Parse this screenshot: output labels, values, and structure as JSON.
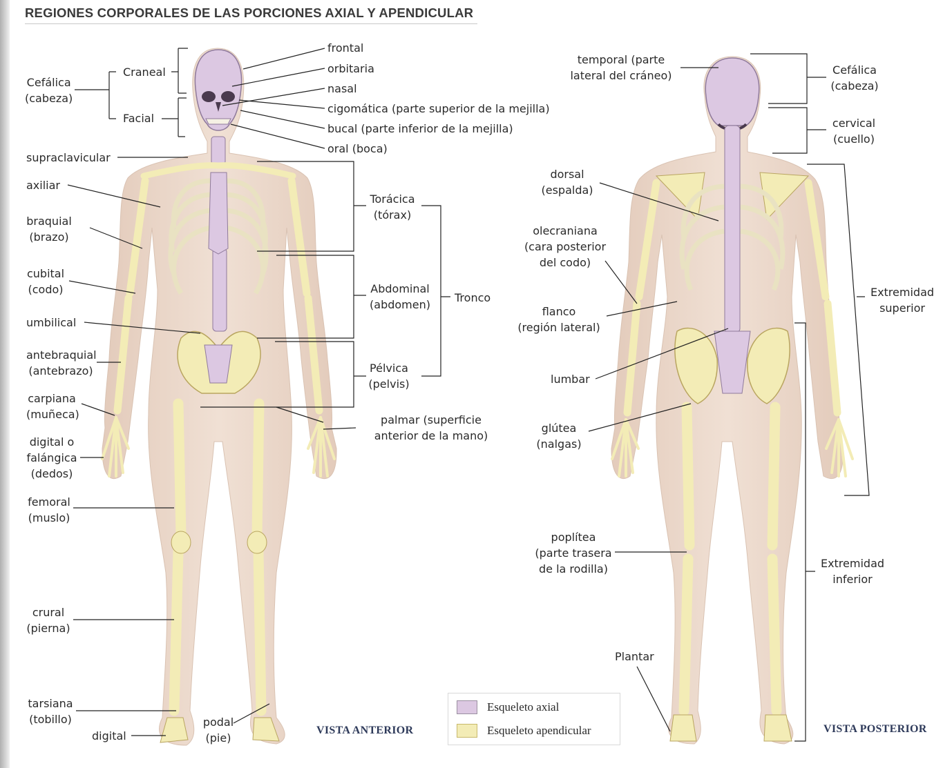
{
  "title": "REGIONES CORPORALES DE LAS PORCIONES AXIAL Y APENDICULAR",
  "colors": {
    "axial": "#dcc8e2",
    "appendicular": "#f3ecb6",
    "skin": "#ead7c9",
    "line": "#222222",
    "bone_edge": "#b9a560",
    "axial_edge": "#9d86a8"
  },
  "anterior": {
    "view_label": "VISTA ANTERIOR",
    "labels": {
      "cefalica": "Cefálica\n(cabeza)",
      "craneal": "Craneal",
      "facial": "Facial",
      "frontal": "frontal",
      "orbitaria": "orbitaria",
      "nasal": "nasal",
      "cigomatica": "cigomática (parte superior de la mejilla)",
      "bucal": "bucal (parte inferior de la mejilla)",
      "oral": "oral (boca)",
      "supraclavicular": "supraclavicular",
      "axiliar": "axiliar",
      "braquial": "braquial\n(brazo)",
      "cubital": "cubital\n(codo)",
      "umbilical": "umbilical",
      "antebraquial": "antebraquial\n(antebrazo)",
      "carpiana": "carpiana\n(muñeca)",
      "digital_mano": "digital o\nfalángica\n(dedos)",
      "femoral": "femoral\n(muslo)",
      "crural": "crural\n(pierna)",
      "tarsiana": "tarsiana\n(tobillo)",
      "digital_pie": "digital",
      "podal": "podal\n(pie)",
      "toracica": "Torácica\n(tórax)",
      "abdominal": "Abdominal\n(abdomen)",
      "tronco": "Tronco",
      "pelvica": "Pélvica\n(pelvis)",
      "palmar": "palmar (superficie\nanterior de la mano)"
    }
  },
  "posterior": {
    "view_label": "VISTA POSTERIOR",
    "labels": {
      "temporal": "temporal (parte\nlateral del cráneo)",
      "cefalica": "Cefálica\n(cabeza)",
      "cervical": "cervical\n(cuello)",
      "dorsal": "dorsal\n(espalda)",
      "olecraniana": "olecraniana\n(cara posterior\ndel codo)",
      "flanco": "flanco\n(región lateral)",
      "lumbar": "lumbar",
      "glutea": "glútea\n(nalgas)",
      "extremidad_superior": "Extremidad\nsuperior",
      "poplitea": "poplítea\n(parte trasera\nde la rodilla)",
      "extremidad_inferior": "Extremidad\ninferior",
      "plantar": "Plantar"
    }
  },
  "legend": {
    "axial": "Esqueleto axial",
    "appendicular": "Esqueleto apendicular"
  }
}
